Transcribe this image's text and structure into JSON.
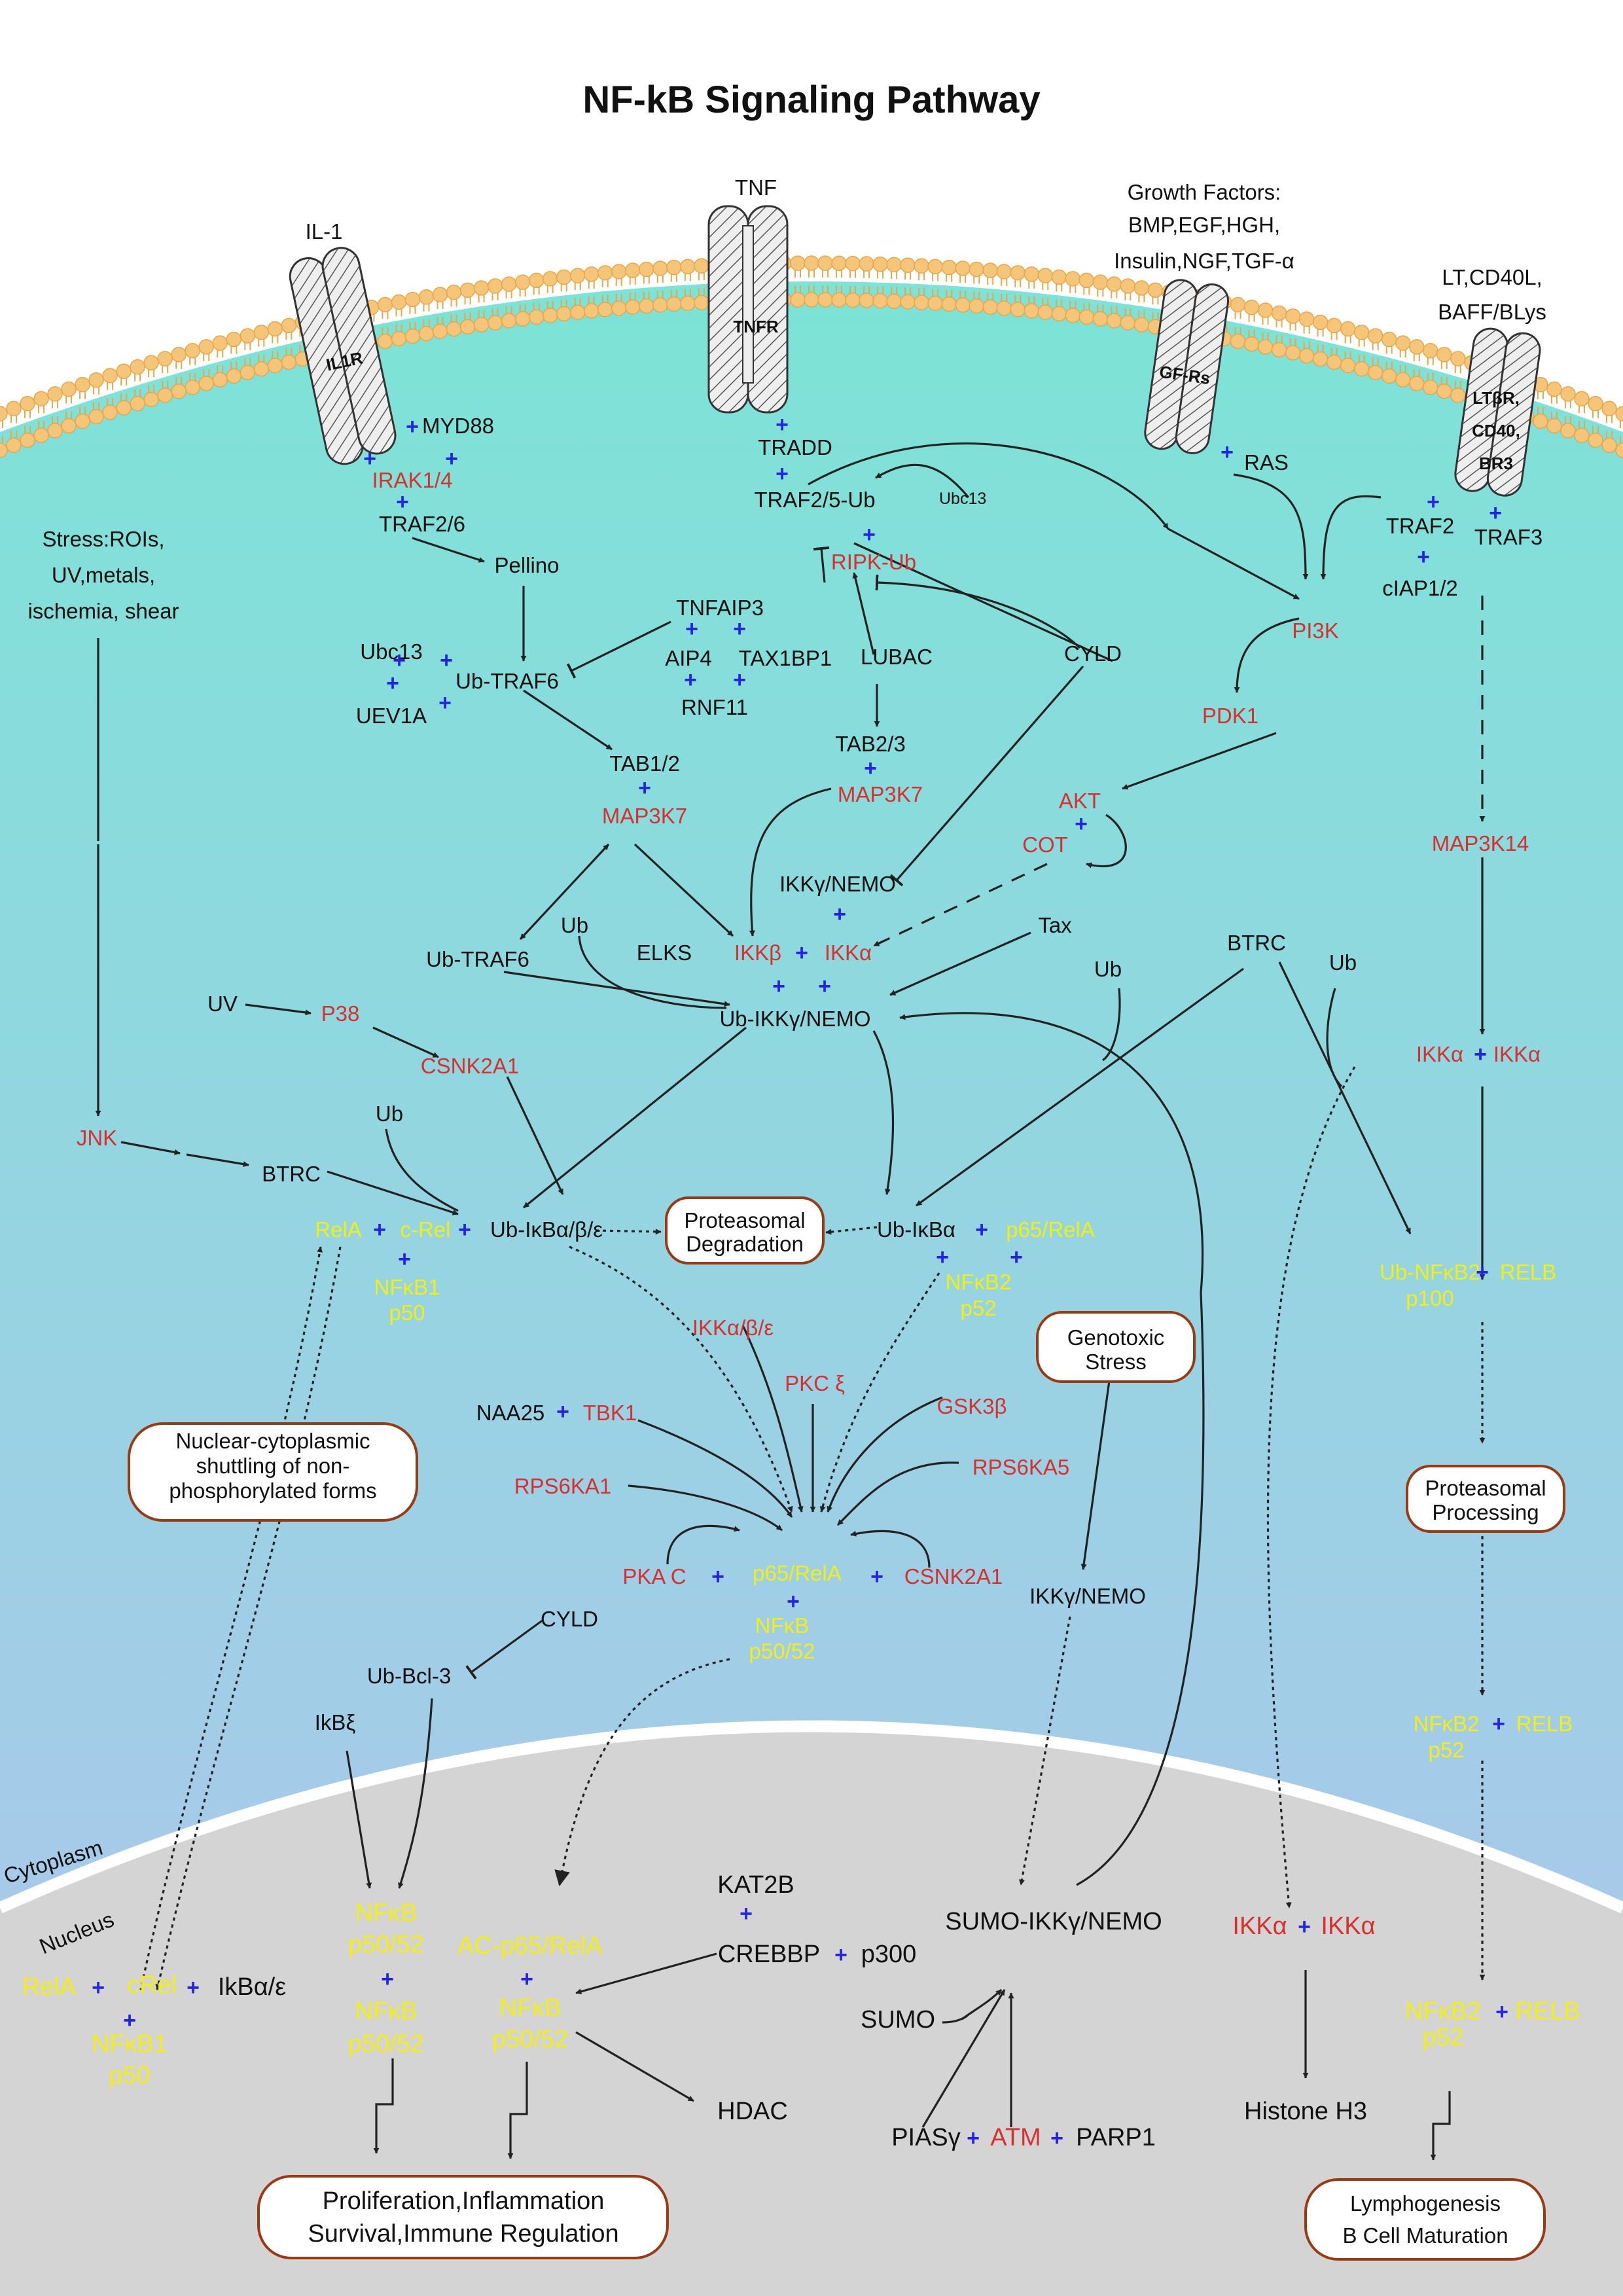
{
  "title": "NF-kB Signaling Pathway",
  "colors": {
    "membrane_lipid": "#f5c57a",
    "cytoplasm_top": "#7ce3d6",
    "cytoplasm_bottom": "#b2c4ee",
    "nucleus": "#d4d4d4",
    "active_kinase": "#d6302f",
    "nfkb_subunit": "#f2ef16",
    "complex_plus": "#2323e6",
    "box_border": "#9a3a12"
  },
  "compartments": {
    "cytoplasm": "Cytoplasm",
    "nucleus": "Nucleus"
  },
  "ligands": {
    "il1": "IL-1",
    "tnf": "TNF",
    "gf": [
      "Growth Factors:",
      "BMP,EGF,HGH,",
      "Insulin,NGF,TGF-α"
    ],
    "lt": [
      "LT,CD40L,",
      "BAFF/BLys"
    ]
  },
  "receptors": {
    "il1r": "IL1R",
    "tnfr": "TNFR",
    "gfrs": "GF-Rs",
    "ltbr": [
      "LTβR,",
      "CD40,",
      "BR3"
    ]
  },
  "nodes": {
    "myd88": "MYD88",
    "irak": "IRAK1/4",
    "traf26": "TRAF2/6",
    "pellino": "Pellino",
    "stress": [
      "Stress:ROIs,",
      "UV,metals,",
      "ischemia, shear"
    ],
    "tradd": "TRADD",
    "traf25ub": "TRAF2/5-Ub",
    "ubc13a": "Ubc13",
    "ripk": "RIPK-Ub",
    "tnfaip3": "TNFAIP3",
    "aip4": "AIP4",
    "tax1bp1": "TAX1BP1",
    "rnf11": "RNF11",
    "lubac": "LUBAC",
    "cyld1": "CYLD",
    "ubc13b": "Ubc13",
    "uev1a": "UEV1A",
    "ubtraf6": "Ub-TRAF6",
    "tab12": "TAB1/2",
    "map3k7a": "MAP3K7",
    "tab23": "TAB2/3",
    "map3k7b": "MAP3K7",
    "ras": "RAS",
    "pi3k": "PI3K",
    "pdk1": "PDK1",
    "akt": "AKT",
    "cot": "COT",
    "traf2": "TRAF2",
    "traf3": "TRAF3",
    "ciap": "cIAP1/2",
    "map3k14": "MAP3K14",
    "ikkg": "IKKγ/NEMO",
    "elks": "ELKS",
    "ikkb": "IKKβ",
    "ikka": "IKKα",
    "ubtraf6b": "Ub-TRAF6",
    "ub1": "Ub",
    "tax": "Tax",
    "ubikkg": "Ub-IKKγ/NEMO",
    "uv": "UV",
    "p38": "P38",
    "csnk2a1a": "CSNK2A1",
    "jnk": "JNK",
    "btrc1": "BTRC",
    "ub2": "Ub",
    "btrc2": "BTRC",
    "ub3": "Ub",
    "ub4": "Ub",
    "ikka2": "IKKα",
    "ikka3": "IKKα",
    "rela1": "RelA",
    "crel1": "c-Rel",
    "ubikba": "Ub-IκBα/β/ε",
    "nfkb1a": "NFκB1",
    "p50a": "p50",
    "ubikba2": "Ub-IκBα",
    "p65rela1": "p65/RelA",
    "nfkb2a": "NFκB2",
    "p52a": "p52",
    "ubnfkb2": "Ub-NFκB2",
    "relb1": "RELB",
    "p100": "p100",
    "ikkabe": "IKKα/β/ε",
    "pkcxi": "PKC ξ",
    "gsk3b": "GSK3β",
    "naa25": "NAA25",
    "tbk1": "TBK1",
    "rps6ka1": "RPS6KA1",
    "rps6ka5": "RPS6KA5",
    "pkac": "PKA C",
    "p65rela2": "p65/RelA",
    "csnk2a1b": "CSNK2A1",
    "nfkb_c": "NFκB",
    "p5052a": "p50/52",
    "cyld2": "CYLD",
    "ubbcl3": "Ub-Bcl-3",
    "ikbxi": "IkBξ",
    "ikkg2": "IKKγ/NEMO",
    "nfkb2b": "NFκB2",
    "relb2": "RELB",
    "p52b": "p52",
    "kat2b": "KAT2B",
    "crebbp": "CREBBP",
    "p300": "p300",
    "sumoikkg": "SUMO-IKKγ/NEMO",
    "sumo": "SUMO",
    "piasy": "PIASγ",
    "atm": "ATM",
    "parp1": "PARP1",
    "nfkb_n1": "NFκB",
    "p5052_n1": "p50/52",
    "nfkb_n2": "NFκB",
    "p5052_n2": "p50/52",
    "acp65": "AC-p65/RelA",
    "nfkb_n3": "NFκB",
    "p5052_n3": "p50/52",
    "hdac": "HDAC",
    "rela_n": "RelA",
    "crel_n": "cRel",
    "ikba_n": "IkBα/ε",
    "nfkb1_n": "NFκB1",
    "p50_n": "p50",
    "ikka_n1": "IKKα",
    "ikka_n2": "IKKα",
    "histone": "Histone H3",
    "nfkb2_n": "NFκB2",
    "relb_n": "RELB",
    "p52_n": "p52"
  },
  "boxes": {
    "proteasomal_degradation": [
      "Proteasomal",
      "Degradation"
    ],
    "genotoxic": [
      "Genotoxic",
      "Stress"
    ],
    "proteasomal_processing": [
      "Proteasomal",
      "Processing"
    ],
    "shuttling": [
      "Nuclear-cytoplasmic",
      "shuttling of non-",
      "phosphorylated forms"
    ],
    "outcome1": [
      "Proliferation,Inflammation",
      "Survival,Immune Regulation"
    ],
    "outcome2": [
      "Lymphogenesis",
      "B Cell Maturation"
    ]
  }
}
